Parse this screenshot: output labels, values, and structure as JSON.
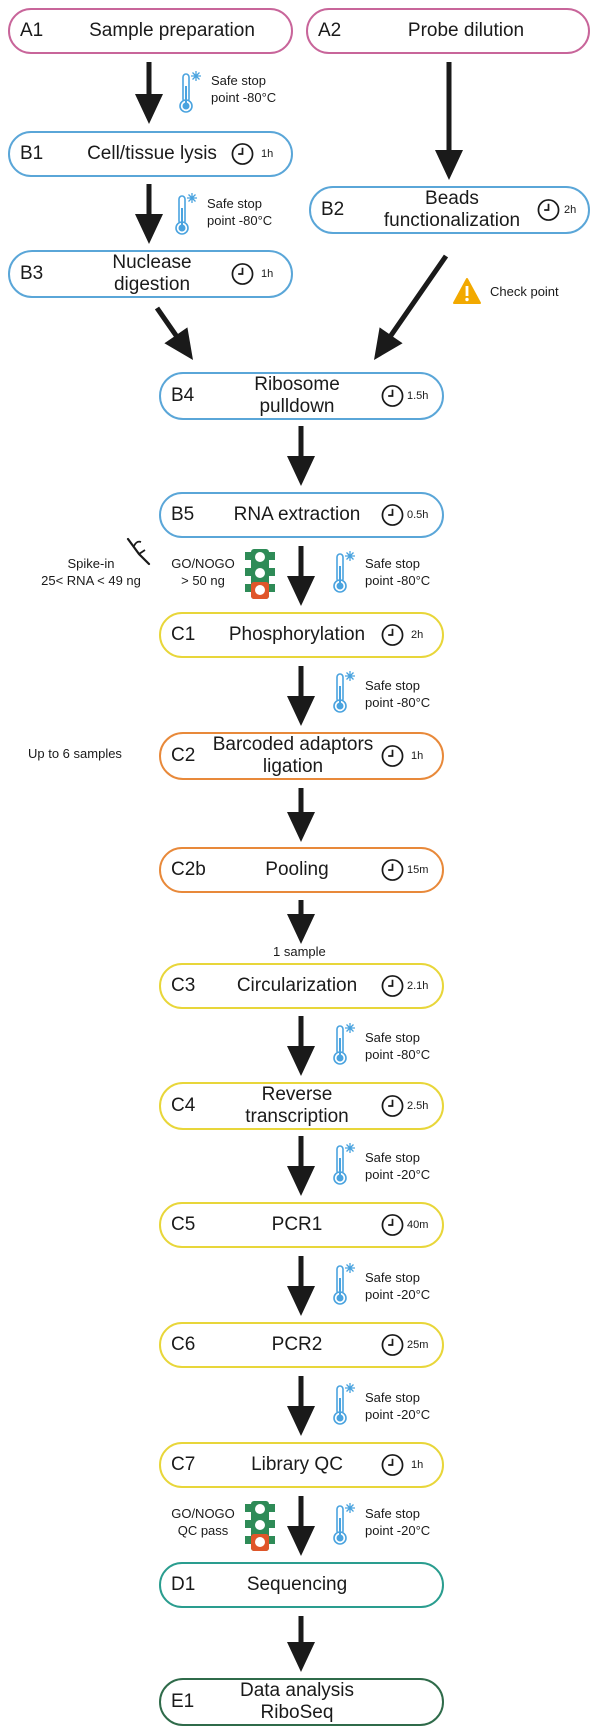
{
  "colors": {
    "pink": "#c8659a",
    "blue": "#5aa6d8",
    "yellow": "#e8d63a",
    "orange": "#e8893a",
    "teal": "#2a9d8f",
    "darkgreen": "#2f6b4a",
    "arrow": "#1a1a1a",
    "snow": "#4aa3df",
    "warning": "#f2a900"
  },
  "steps": [
    {
      "code": "A1",
      "label": "Sample preparation",
      "color": "pink"
    },
    {
      "code": "A2",
      "label": "Probe dilution",
      "color": "pink"
    },
    {
      "code": "B1",
      "label": "Cell/tissue lysis",
      "duration": "1h",
      "color": "blue"
    },
    {
      "code": "B2",
      "label": "Beads",
      "label2": "functionalization",
      "duration": "2h",
      "color": "blue"
    },
    {
      "code": "B3",
      "label": "Nuclease",
      "label2": "digestion",
      "duration": "1h",
      "color": "blue"
    },
    {
      "code": "B4",
      "label": "Ribosome",
      "label2": "pulldown",
      "duration": "1.5h",
      "color": "blue"
    },
    {
      "code": "B5",
      "label": "RNA extraction",
      "duration": "0.5h",
      "color": "blue"
    },
    {
      "code": "C1",
      "label": "Phosphorylation",
      "duration": "2h",
      "color": "yellow"
    },
    {
      "code": "C2",
      "label": "Barcoded adaptors",
      "label2": "ligation",
      "duration": "1h",
      "color": "orange"
    },
    {
      "code": "C2b",
      "label": "Pooling",
      "duration": "15m",
      "color": "orange"
    },
    {
      "code": "C3",
      "label": "Circularization",
      "duration": "2.1h",
      "color": "yellow"
    },
    {
      "code": "C4",
      "label": "Reverse",
      "label2": "transcription",
      "duration": "2.5h",
      "color": "yellow"
    },
    {
      "code": "C5",
      "label": "PCR1",
      "duration": "40m",
      "color": "yellow"
    },
    {
      "code": "C6",
      "label": "PCR2",
      "duration": "25m",
      "color": "yellow"
    },
    {
      "code": "C7",
      "label": "Library QC",
      "duration": "1h",
      "color": "yellow"
    },
    {
      "code": "D1",
      "label": "Sequencing",
      "color": "teal"
    },
    {
      "code": "E1",
      "label": "Data analysis",
      "label2": "RiboSeq",
      "color": "darkgreen"
    }
  ],
  "safe_stops": [
    {
      "line1": "Safe stop",
      "line2": "point -80°C"
    },
    {
      "line1": "Safe stop",
      "line2": "point -80°C"
    },
    {
      "line1": "Safe stop",
      "line2": "point -80°C"
    },
    {
      "line1": "Safe stop",
      "line2": "point -80°C"
    },
    {
      "line1": "Safe stop",
      "line2": "point -80°C"
    },
    {
      "line1": "Safe stop",
      "line2": "point -20°C"
    },
    {
      "line1": "Safe stop",
      "line2": "point -20°C"
    },
    {
      "line1": "Safe stop",
      "line2": "point -20°C"
    },
    {
      "line1": "Safe stop",
      "line2": "point -20°C"
    }
  ],
  "notes": {
    "check_point": "Check point",
    "spike_in_line1": "Spike-in",
    "spike_in_line2": "25< RNA < 49 ng",
    "gonogo1_line1": "GO/NOGO",
    "gonogo1_line2": "> 50 ng",
    "up_to_samples": "Up to 6 samples",
    "one_sample": "1 sample",
    "gonogo2_line1": "GO/NOGO",
    "gonogo2_line2": "QC pass"
  }
}
